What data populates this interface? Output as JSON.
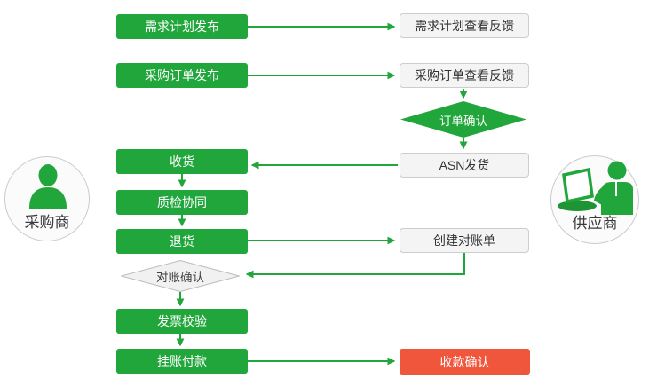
{
  "diagram": {
    "title_hint": "procurement-collaboration-flow",
    "buyer": {
      "label": "采购商"
    },
    "supplier": {
      "label": "供应商"
    },
    "buyer_steps": {
      "demand_publish": "需求计划发布",
      "po_publish": "采购订单发布",
      "receive_goods": "收货",
      "quality_check": "质检协同",
      "return_goods": "退货",
      "reconcile_confirm": "对账确认",
      "invoice_verify": "发票校验",
      "book_payment": "挂账付款"
    },
    "supplier_steps": {
      "demand_feedback": "需求计划查看反馈",
      "po_feedback": "采购订单查看反馈",
      "order_confirm": "订单确认",
      "asn_ship": "ASN发货",
      "create_statement": "创建对账单",
      "receipt_confirm": "收款确认"
    },
    "colors": {
      "green": "#21A63C",
      "icon_green_dark": "#1E9434",
      "red": "#F0563C",
      "gray_box_fill": "#F4F4F4",
      "gray_box_border": "#CDCDCD",
      "gray_diamond_fill": "#F1F1F1",
      "gray_diamond_border": "#BDBDBD",
      "text_dark": "#333333"
    }
  }
}
